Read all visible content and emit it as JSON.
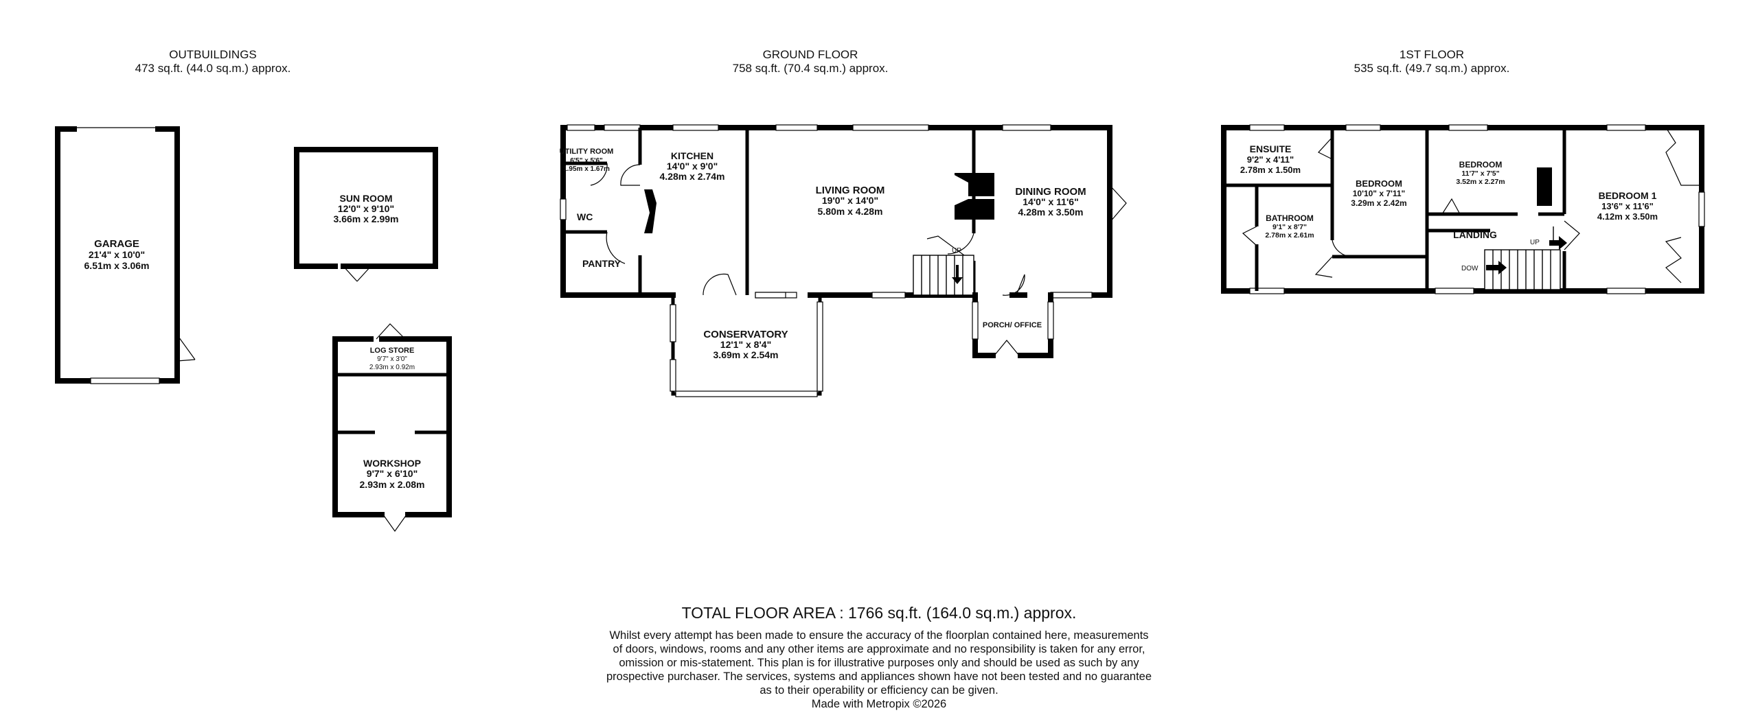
{
  "headings": {
    "outbuildings": {
      "title": "OUTBUILDINGS",
      "area": "473 sq.ft. (44.0 sq.m.) approx."
    },
    "ground_floor": {
      "title": "GROUND FLOOR",
      "area": "758 sq.ft. (70.4 sq.m.) approx."
    },
    "first_floor": {
      "title": "1ST FLOOR",
      "area": "535 sq.ft. (49.7 sq.m.) approx."
    }
  },
  "rooms": {
    "garage": {
      "name": "GARAGE",
      "imperial": "21'4\"  x 10'0\"",
      "metric": "6.51m  x 3.06m"
    },
    "sun_room": {
      "name": "SUN ROOM",
      "imperial": "12'0\"  x 9'10\"",
      "metric": "3.66m  x 2.99m"
    },
    "log_store": {
      "name": "LOG STORE",
      "imperial": "9'7\"  x 3'0\"",
      "metric": "2.93m  x 0.92m"
    },
    "workshop": {
      "name": "WORKSHOP",
      "imperial": "9'7\"  x 6'10\"",
      "metric": "2.93m  x 2.08m"
    },
    "utility_room": {
      "name": "UTILITY ROOM",
      "imperial": "6'5\"  x 5'6\"",
      "metric": "1.95m  x 1.67m"
    },
    "kitchen": {
      "name": "KITCHEN",
      "imperial": "14'0\"  x 9'0\"",
      "metric": "4.28m  x 2.74m"
    },
    "wc": {
      "name": "WC"
    },
    "pantry": {
      "name": "PANTRY"
    },
    "living_room": {
      "name": "LIVING ROOM",
      "imperial": "19'0\"  x 14'0\"",
      "metric": "5.80m  x 4.28m"
    },
    "dining_room": {
      "name": "DINING ROOM",
      "imperial": "14'0\"  x 11'6\"",
      "metric": "4.28m  x 3.50m"
    },
    "conservatory": {
      "name": "CONSERVATORY",
      "imperial": "12'1\"  x 8'4\"",
      "metric": "3.69m  x 2.54m"
    },
    "porch_office": {
      "name": "PORCH/ OFFICE"
    },
    "ensuite": {
      "name": "ENSUITE",
      "imperial": "9'2\"  x 4'11\"",
      "metric": "2.78m  x 1.50m"
    },
    "bedroom_a": {
      "name": "BEDROOM",
      "imperial": "10'10\"  x 7'11\"",
      "metric": "3.29m  x 2.42m"
    },
    "bedroom_b": {
      "name": "BEDROOM",
      "imperial": "11'7\"  x 7'5\"",
      "metric": "3.52m  x 2.27m"
    },
    "bedroom_1": {
      "name": "BEDROOM 1",
      "imperial": "13'6\"  x 11'6\"",
      "metric": "4.12m  x 3.50m"
    },
    "bathroom": {
      "name": "BATHROOM",
      "imperial": "9'1\"  x 8'7\"",
      "metric": "2.78m  x 2.61m"
    },
    "landing": {
      "name": "LANDING"
    }
  },
  "stair_labels": {
    "ground_up": "UP",
    "first_up": "UP",
    "first_down": "DOW"
  },
  "footer": {
    "total": "TOTAL FLOOR AREA : 1766 sq.ft. (164.0 sq.m.) approx.",
    "disclaimer_lines": [
      "Whilst every attempt has been made to ensure the accuracy of the floorplan contained here, measurements",
      "of doors, windows, rooms and any other items are approximate and no responsibility is taken for any error,",
      "omission or mis-statement. This plan is for illustrative purposes only and should be used as such by any",
      "prospective purchaser. The services, systems and appliances shown have not been tested and no guarantee",
      "as to their operability or efficiency can be given."
    ],
    "credit": "Made with Metropix ©2026"
  }
}
